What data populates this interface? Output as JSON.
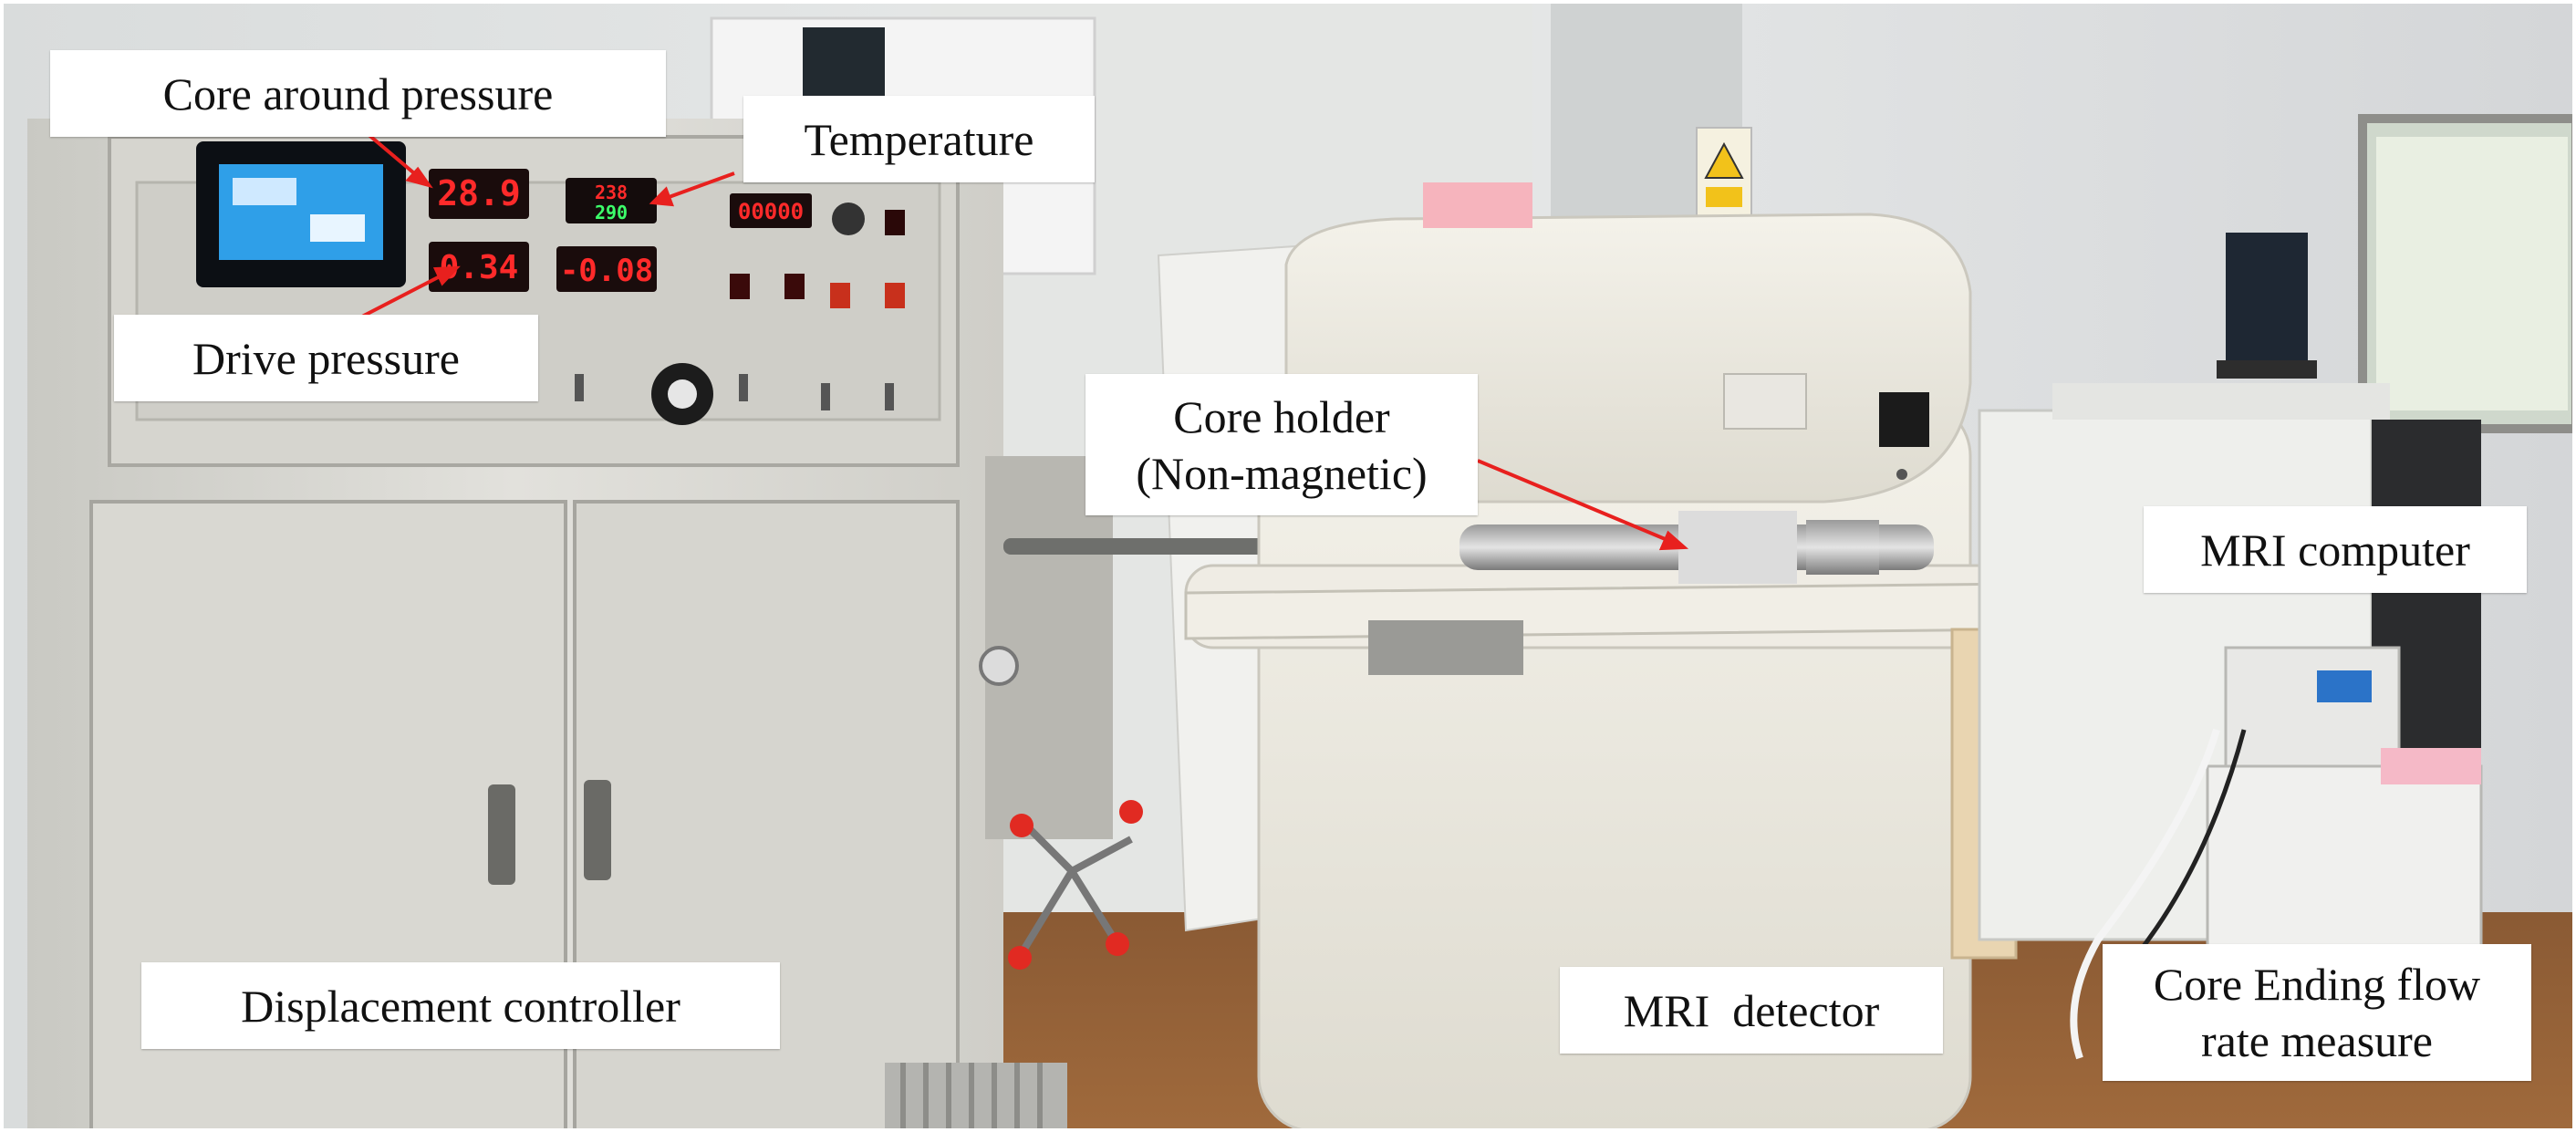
{
  "labels": {
    "core_around_pressure": "Core around pressure",
    "temperature": "Temperature",
    "drive_pressure": "Drive pressure",
    "core_holder_line1": "Core holder",
    "core_holder_line2": "(Non-magnetic)",
    "mri_computer": "MRI computer",
    "displacement_controller": "Displacement controller",
    "mri_detector": "MRI  detector",
    "flow_measure_line1": "Core Ending flow",
    "flow_measure_line2": "rate measure"
  },
  "readouts": {
    "core_around_pressure": "28.9",
    "drive_pressure": "0.34",
    "temperature_top": "238",
    "temperature_bottom": "290",
    "differential": "-0.08",
    "counter": "00000"
  },
  "colors": {
    "annotation_arrow": "#e8201e",
    "readout_red": "#ff2a2a",
    "readout_green": "#3cff6a",
    "label_background": "#ffffff"
  }
}
